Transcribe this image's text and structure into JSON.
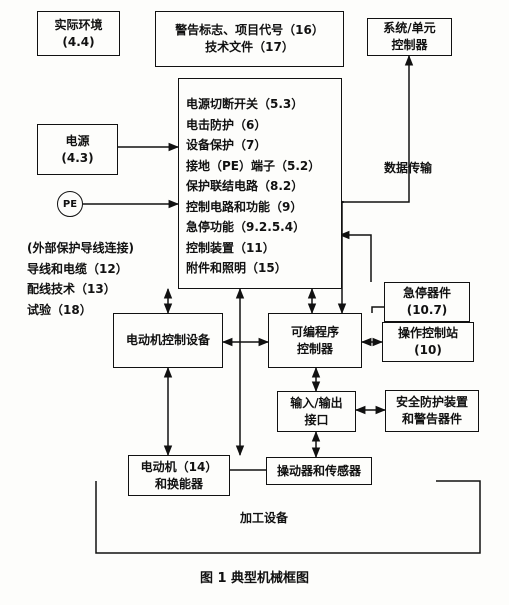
{
  "boxes": {
    "environment": [
      "实际环境",
      "(4.4)"
    ],
    "warnings": [
      "警告标志、项目代号（16）",
      "技术文件（17）"
    ],
    "system_controller": [
      "系统/单元",
      "控制器"
    ],
    "power_source": [
      "电源",
      "(4.3)"
    ],
    "pe": "PE",
    "machine_main": [
      "电源切断开关（5.3）",
      "电击防护（6）",
      "设备保护（7）",
      "接地（PE）端子（5.2）",
      "保护联结电路（8.2）",
      "控制电路和功能（9）",
      "急停功能（9.2.5.4）",
      "控制装置（11）",
      "附件和照明（15）"
    ],
    "external_list": [
      "(外部保护导线连接)",
      "导线和电缆（12）",
      "配线技术（13）",
      "试验（18）"
    ],
    "data_transfer": "数据传输",
    "emergency_stop": [
      "急停器件",
      "(10.7)"
    ],
    "motor_control": "电动机控制设备",
    "plc": [
      "可编程序",
      "控制器"
    ],
    "operator_station": [
      "操作控制站",
      "(10)"
    ],
    "io": [
      "输入/输出",
      "接口"
    ],
    "safety_devices": [
      "安全防护装置",
      "和警告器件"
    ],
    "motor": [
      "电动机（14）",
      "和换能器"
    ],
    "actuators": "操动器和传感器",
    "processing": "加工设备"
  },
  "caption": "图 1   典型机械框图"
}
